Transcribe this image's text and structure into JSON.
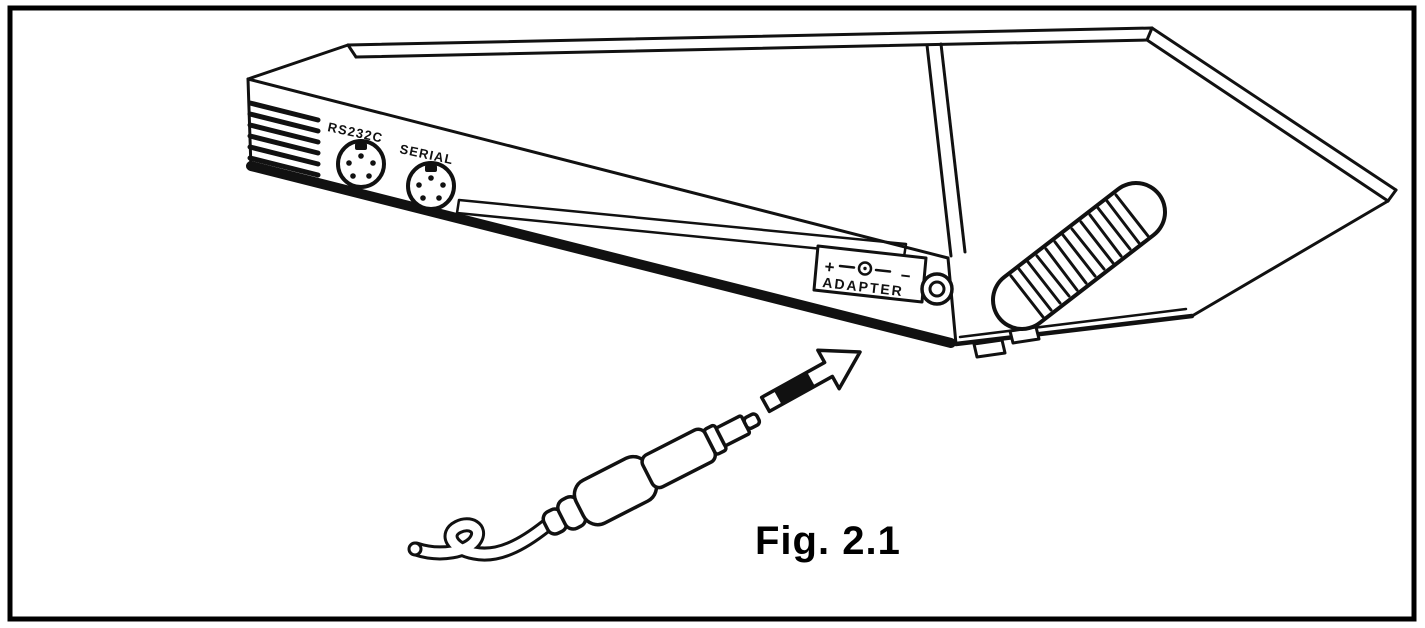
{
  "figure": {
    "caption": "Fig. 2.1",
    "rear_panel": {
      "port1_label": "RS232C",
      "port2_label": "SERIAL"
    },
    "adapter": {
      "label": "ADAPTER",
      "polarity_plus": "+",
      "polarity_minus": "−"
    },
    "colors": {
      "ink": "#111111",
      "paper": "#ffffff",
      "frame": "#000000"
    }
  }
}
